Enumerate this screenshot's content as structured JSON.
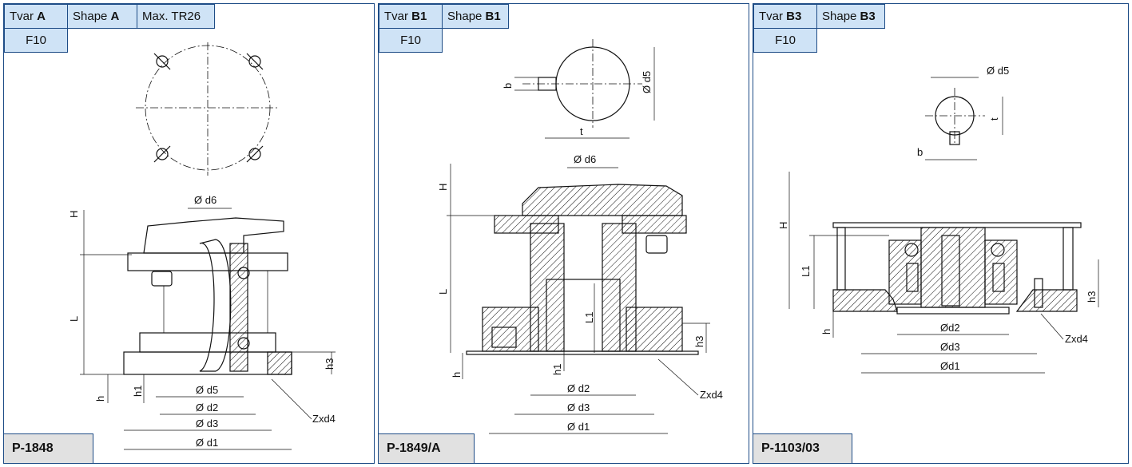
{
  "panels": [
    {
      "tvar_prefix": "Tvar",
      "tvar_code": "A",
      "shape_prefix": "Shape",
      "shape_code": "A",
      "extra": "Max. TR26",
      "flange": "F10",
      "code": "P-1848",
      "dims": {
        "d6": "Ø d6",
        "H": "H",
        "L": "L",
        "h": "h",
        "h1": "h1",
        "h3": "h3",
        "d5": "Ø d5",
        "d2": "Ø d2",
        "d3": "Ø d3",
        "d1": "Ø d1",
        "z": "Zxd4"
      }
    },
    {
      "tvar_prefix": "Tvar",
      "tvar_code": "B1",
      "shape_prefix": "Shape",
      "shape_code": "B1",
      "flange": "F10",
      "code": "P-1849/A",
      "dims": {
        "b": "b",
        "d5": "Ø d5",
        "t": "t",
        "d6": "Ø d6",
        "H": "H",
        "L": "L",
        "L1": "L1",
        "h": "h",
        "h1": "h1",
        "h3": "h3",
        "d2": "Ø d2",
        "d3": "Ø d3",
        "d1": "Ø d1",
        "z": "Zxd4"
      }
    },
    {
      "tvar_prefix": "Tvar",
      "tvar_code": "B3",
      "shape_prefix": "Shape",
      "shape_code": "B3",
      "flange": "F10",
      "code": "P-1103/03",
      "dims": {
        "d5": "Ø d5",
        "t": "t",
        "b": "b",
        "H": "H",
        "L1": "L1",
        "h": "h",
        "h3": "h3",
        "d2": "Ød2",
        "d3": "Ød3",
        "d1": "Ød1",
        "z": "Zxd4"
      }
    }
  ],
  "colors": {
    "border": "#1e4c86",
    "tag_fill": "#cfe3f6",
    "code_fill": "#e1e1e1"
  }
}
